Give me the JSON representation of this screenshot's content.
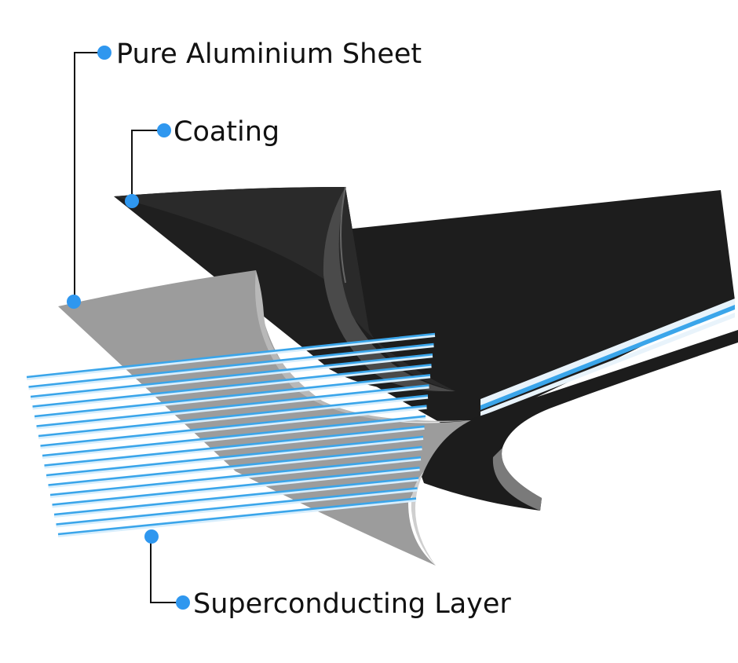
{
  "labels": {
    "pure_aluminium_sheet": "Pure Aluminium Sheet",
    "coating": "Coating",
    "superconducting_layer": "Superconducting Layer"
  },
  "colors": {
    "marker": "#2f97ef",
    "leader_line": "#111111",
    "black_layer": "#1f1f1f",
    "black_edge": "#484848",
    "gray_layer": "#9b9b9b",
    "gray_edge": "#c9c9c9",
    "stripe_blue": "#3aa5ea",
    "stripe_light": "#d8eefc"
  }
}
